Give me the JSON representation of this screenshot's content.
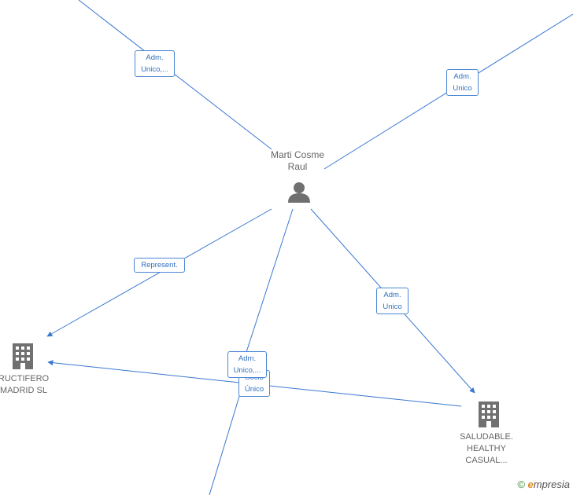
{
  "person": {
    "name_line1": "Marti Cosme",
    "name_line2": "Raul",
    "icon": "person-icon"
  },
  "companies": [
    {
      "id": "fructifero",
      "line1": "RUCTIFERO",
      "line2": "MADRID  SL",
      "line3": "",
      "icon": "building-icon"
    },
    {
      "id": "saludable",
      "line1": "SALUDABLE.",
      "line2": "HEALTHY",
      "line3": "CASUAL...",
      "icon": "building-icon"
    }
  ],
  "edge_labels": {
    "top_left": [
      "Adm.",
      "Unico,..."
    ],
    "top_right": [
      "Adm.",
      "Unico"
    ],
    "represent": [
      "Represent."
    ],
    "to_saludable": [
      "Adm.",
      "Unico"
    ],
    "bottom_front": [
      "Adm.",
      "Unico,..."
    ],
    "bottom_back": [
      "Socio",
      "Único"
    ]
  },
  "footer": {
    "copyright": "©",
    "brand_e": "e",
    "brand_rest": "mpresia"
  },
  "colors": {
    "edge": "#3a78d0",
    "icon": "#707070"
  }
}
